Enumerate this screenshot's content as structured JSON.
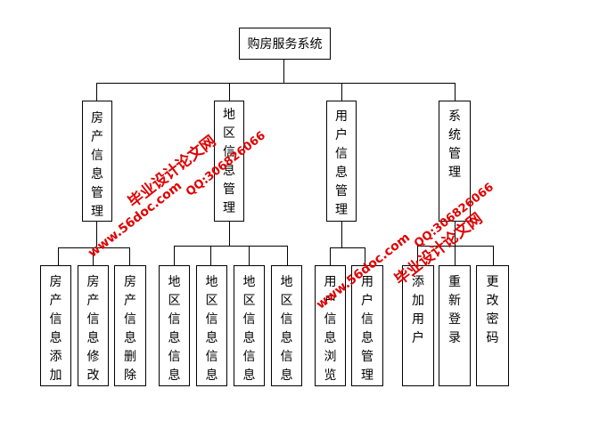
{
  "root": {
    "label": "购房服务系统"
  },
  "modules": [
    {
      "label": "房\n产\n信\n息\n管\n理",
      "children": [
        "房\n产\n信\n息\n添\n加",
        "房\n产\n信\n息\n修\n改",
        "房\n产\n信\n息\n删\n除"
      ]
    },
    {
      "label": "地\n区\n信\n息\n管\n理",
      "children": [
        "地\n区\n信\n息\n信\n息",
        "地\n区\n信\n息\n信\n息",
        "地\n区\n信\n息\n信\n息",
        "地\n区\n信\n息\n信\n息"
      ]
    },
    {
      "label": "用\n户\n信\n息\n管\n理",
      "children": [
        "用\n户\n信\n息\n浏\n览",
        "用\n户\n信\n息\n管\n理"
      ]
    },
    {
      "label": "系\n统\n管\n理",
      "children": [
        "添\n加\n用\n户",
        "重\n新\n登\n录",
        "更\n改\n密\n码"
      ]
    }
  ],
  "watermarks": [
    {
      "text": "毕业设计论文网",
      "color": "#e00000"
    },
    {
      "text": "www.56doc.com",
      "color": "#e00000"
    },
    {
      "text": "QQ:306826066",
      "color": "#e00000"
    },
    {
      "text": "www.56doc.com",
      "color": "#e00000"
    },
    {
      "text": "QQ:306826066",
      "color": "#e00000"
    },
    {
      "text": "毕业设计论文网",
      "color": "#e00000"
    }
  ]
}
